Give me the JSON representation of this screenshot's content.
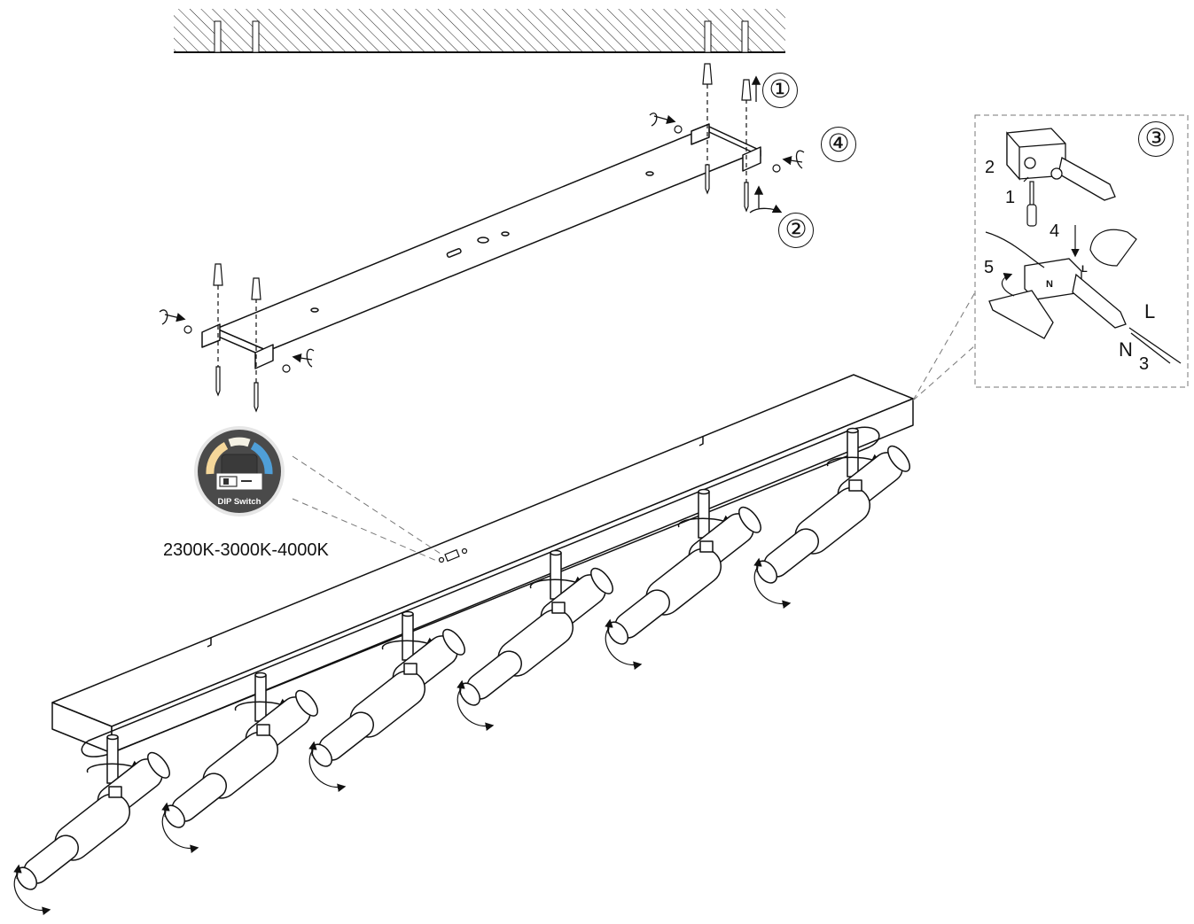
{
  "diagram": {
    "cct_label": "2300K-3000K-4000K",
    "dip_badge_label": "DIP Switch",
    "steps": {
      "s1": "①",
      "s2": "②",
      "s3": "③",
      "s4": "④"
    },
    "wiring_substeps": {
      "n1": "1",
      "n2": "2",
      "n3": "3",
      "n4": "4",
      "n5": "5"
    },
    "wire_labels": {
      "live": "L",
      "neutral": "N"
    },
    "fixture_heads": 6,
    "icons": [
      "ceiling-icon",
      "mounting-bracket-icon",
      "wall-plug-icon",
      "screw-icon",
      "terminal-block-icon",
      "screwdriver-icon",
      "hand-icon",
      "spotlight-head-icon",
      "rotate-arrow-icon",
      "dip-switch-icon"
    ],
    "colors": {
      "line": "#111111",
      "badge_bg": "#4a4a4a",
      "warm": "#f5d79a",
      "neutral_white": "#f4f1e4",
      "cool": "#4f9fd8"
    }
  }
}
